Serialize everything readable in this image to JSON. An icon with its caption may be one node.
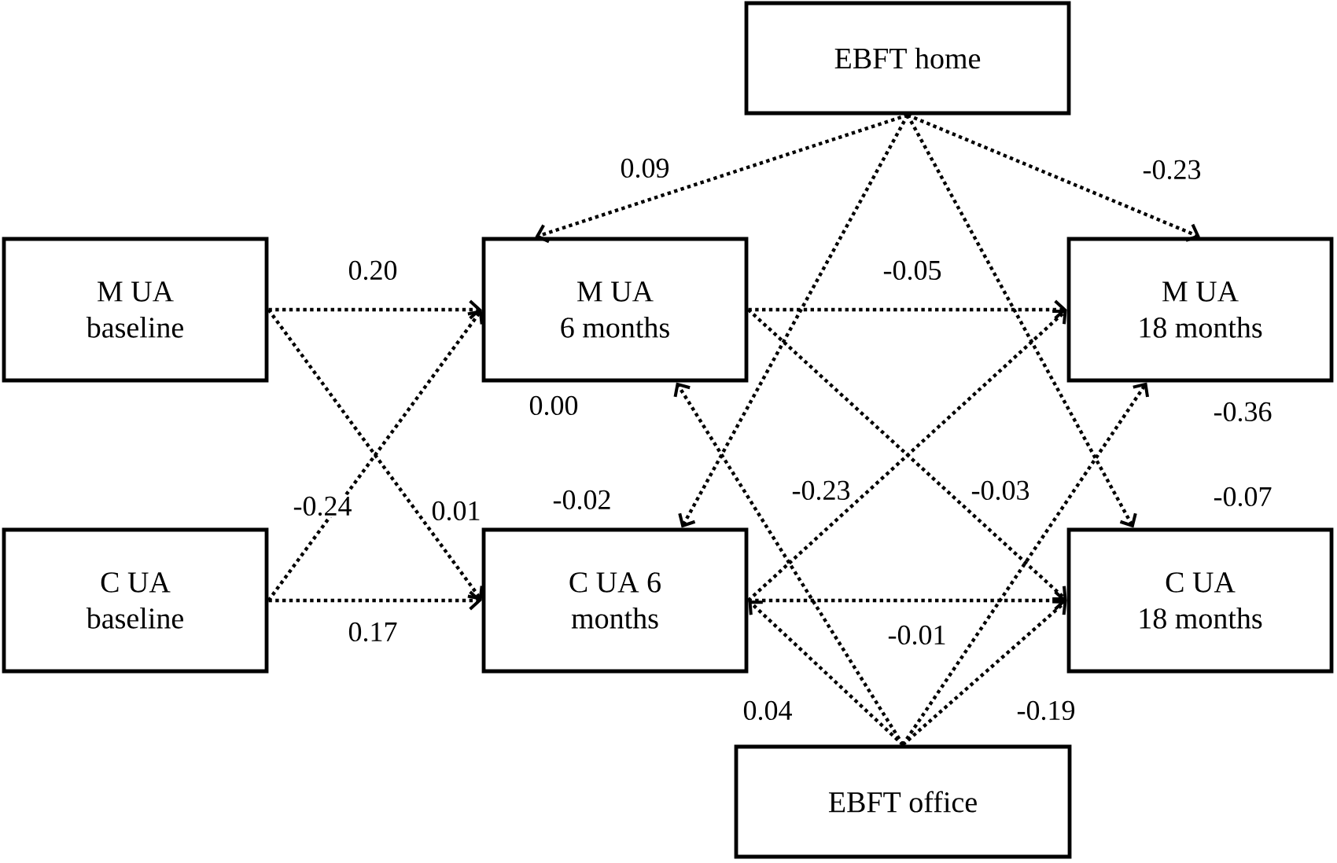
{
  "diagram": {
    "nodes": [
      {
        "text": [
          "EBFT home"
        ]
      },
      {
        "text": [
          "M UA baseline"
        ]
      },
      {
        "text": [
          "M UA 6 months"
        ]
      },
      {
        "text": [
          "M UA 18 months"
        ]
      },
      {
        "text": [
          "C UA baseline"
        ]
      },
      {
        "text": [
          "C UA 6 months"
        ]
      },
      {
        "text": [
          "C UA 18 months"
        ]
      },
      {
        "text": [
          "EBFT office"
        ]
      }
    ],
    "edges": [
      {
        "from": 1,
        "to": 2,
        "arrow": "to",
        "label": "0.20"
      },
      {
        "from": 1,
        "to": 5,
        "arrow": "to",
        "label": "0.01"
      },
      {
        "from": 4,
        "to": 2,
        "arrow": "to",
        "label": "-0.24"
      },
      {
        "from": 4,
        "to": 5,
        "arrow": "to",
        "label": "0.17"
      },
      {
        "from": 0,
        "to": 2,
        "arrow": "to",
        "label": "0.09"
      },
      {
        "from": 0,
        "to": 5,
        "arrow": "to",
        "label": "-0.02"
      },
      {
        "from": 0,
        "to": 3,
        "arrow": "to",
        "label": "-0.23"
      },
      {
        "from": 0,
        "to": 6,
        "arrow": "to",
        "label": "-0.07"
      },
      {
        "from": 2,
        "to": 3,
        "arrow": "to",
        "label": "-0.05"
      },
      {
        "from": 2,
        "to": 6,
        "arrow": "to",
        "label": "-0.03"
      },
      {
        "from": 5,
        "to": 3,
        "arrow": "to",
        "label": "-0.23"
      },
      {
        "from": 5,
        "to": 6,
        "arrow": "to",
        "label": "-0.01"
      },
      {
        "from": 7,
        "to": 2,
        "arrow": "to",
        "label": "0.00"
      },
      {
        "from": 7,
        "to": 5,
        "arrow": "to",
        "label": "0.04"
      },
      {
        "from": 7,
        "to": 3,
        "arrow": "to",
        "label": "-0.36"
      },
      {
        "from": 7,
        "to": 6,
        "arrow": "to",
        "label": "-0.19"
      }
    ]
  }
}
